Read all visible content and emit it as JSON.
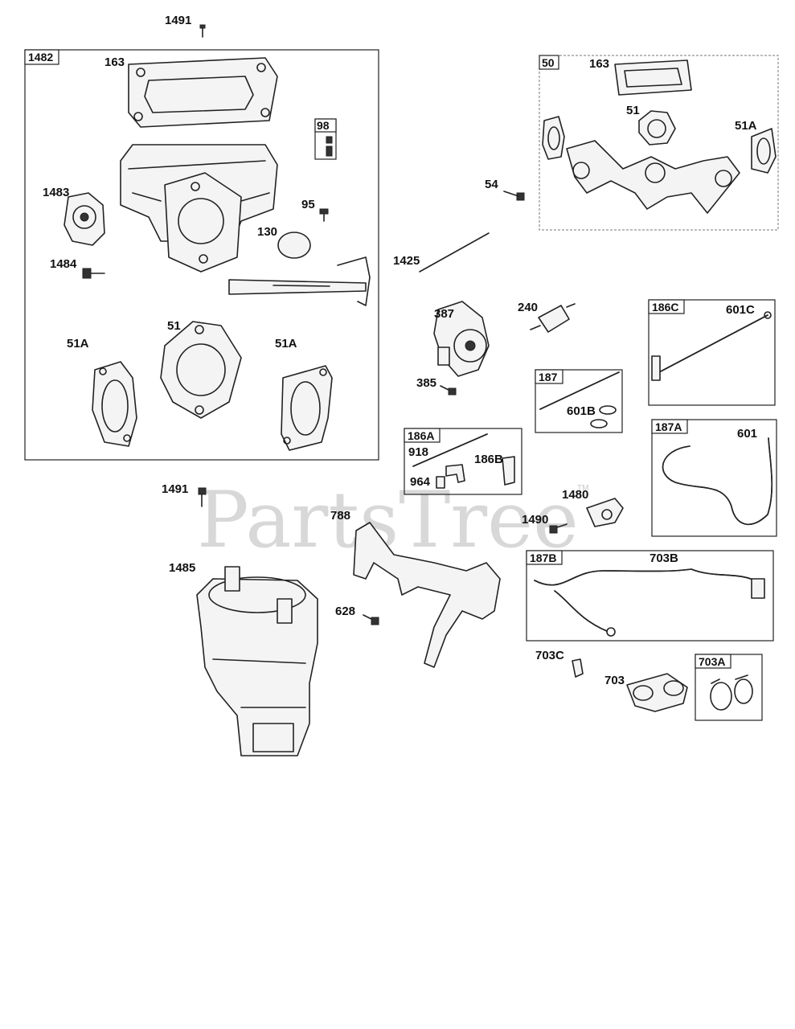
{
  "watermark": {
    "text": "PartsTree",
    "trademark": "TM"
  },
  "groups": {
    "g1482": "1482",
    "g50": "50",
    "g98": "98",
    "g186C": "186C",
    "g187": "187",
    "g186A": "186A",
    "g187A": "187A",
    "g187B": "187B",
    "g703A": "703A"
  },
  "callouts": {
    "c1491_top": "1491",
    "c163_a": "163",
    "c1483": "1483",
    "c95": "95",
    "c130": "130",
    "c1484": "1484",
    "c51_a": "51",
    "c51A_a": "51A",
    "c51A_b": "51A",
    "c163_b": "163",
    "c51_b": "51",
    "c51A_c": "51A",
    "c54": "54",
    "c1425": "1425",
    "c387": "387",
    "c240": "240",
    "c385": "385",
    "c601C": "601C",
    "c601B": "601B",
    "c918": "918",
    "c186B": "186B",
    "c964": "964",
    "c601": "601",
    "c1491_mid": "1491",
    "c788": "788",
    "c1480": "1480",
    "c1490": "1490",
    "c1485": "1485",
    "c703B": "703B",
    "c628": "628",
    "c703C": "703C",
    "c703": "703"
  }
}
